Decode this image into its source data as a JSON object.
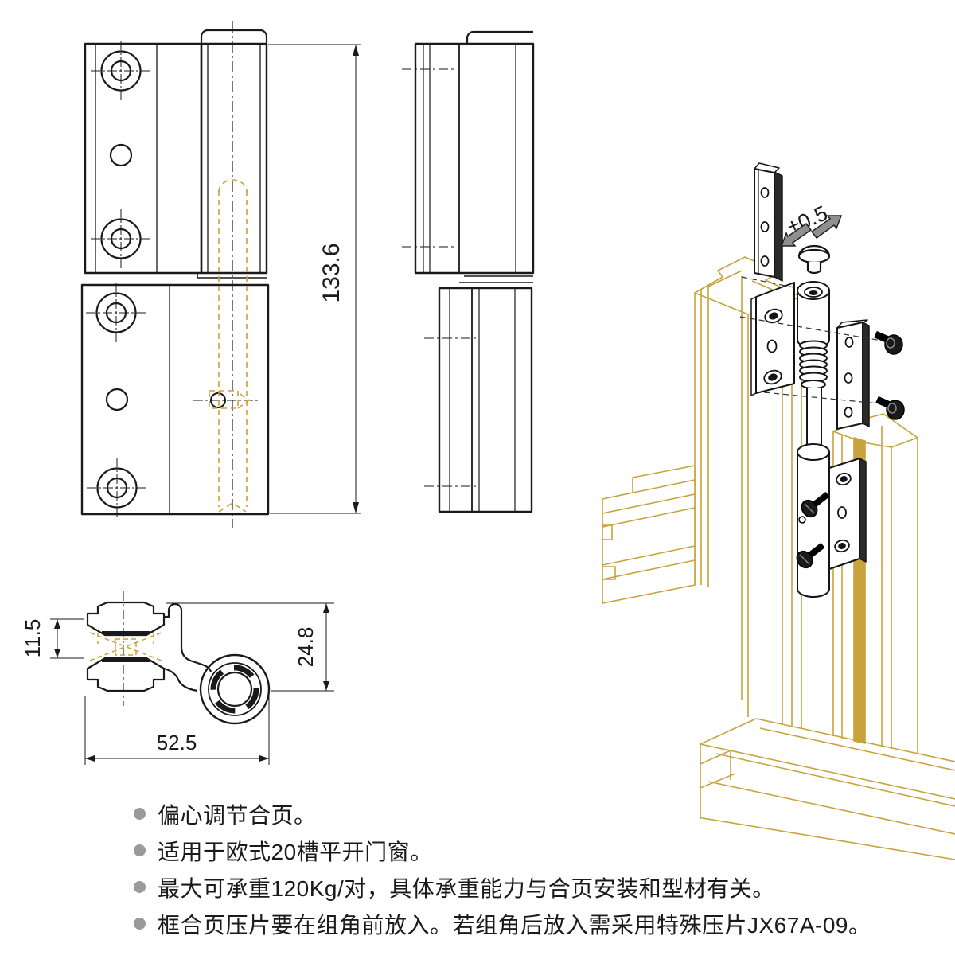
{
  "colors": {
    "line": "#1a1a1a",
    "gold": "#c8a23c",
    "bullet_gray": "#9a9a9a",
    "arrow_gray": "#8f8f8f"
  },
  "views": {
    "front": {
      "dim_height": "133.6"
    },
    "section": {
      "dim_groove": "11.5",
      "dim_axis": "24.8",
      "dim_width": "52.5"
    },
    "isometric": {
      "tolerance": "±0.5"
    }
  },
  "notes": {
    "items": [
      "偏心调节合页。",
      "适用于欧式20槽平开门窗。",
      "最大可承重120Kg/对，具体承重能力与合页安装和型材有关。",
      "框合页压片要在组角前放入。若组角后放入需采用特殊压片JX67A-09。"
    ]
  }
}
